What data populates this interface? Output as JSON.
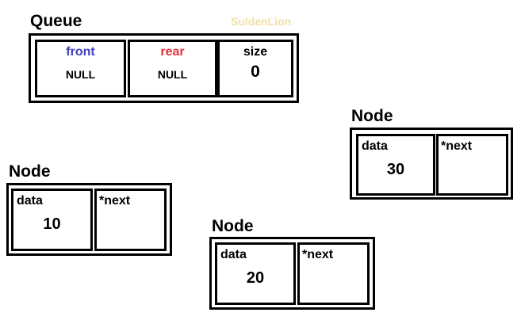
{
  "queue": {
    "title": "Queue",
    "watermark": "SuldenLion",
    "fields": [
      {
        "label": "front",
        "value": "NULL"
      },
      {
        "label": "rear",
        "value": "NULL"
      },
      {
        "label": "size",
        "value": "0"
      }
    ]
  },
  "nodes": [
    {
      "title": "Node",
      "data_label": "data",
      "data_value": "30",
      "next_label": "*next"
    },
    {
      "title": "Node",
      "data_label": "data",
      "data_value": "10",
      "next_label": "*next"
    },
    {
      "title": "Node",
      "data_label": "data",
      "data_value": "20",
      "next_label": "*next"
    }
  ],
  "colors": {
    "front_label": "#4040c0",
    "rear_label": "#e0303a",
    "watermark": "#f2dfa6",
    "border": "#000000"
  }
}
